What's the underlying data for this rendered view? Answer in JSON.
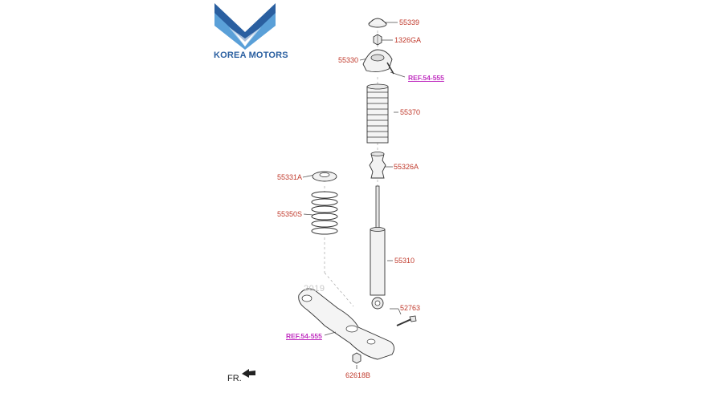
{
  "logo": {
    "text": "KOREA MOTORS",
    "primary_color": "#2a5fa0",
    "accent_color": "#5aa0d8"
  },
  "diagram": {
    "label_color": "#c0392b",
    "ref_color": "#c030c0",
    "parts": {
      "p55339": "55339",
      "p1326ga": "1326GA",
      "p55330": "55330",
      "ref_top": "REF.54-555",
      "p55370": "55370",
      "p55326a": "55326A",
      "p55331a": "55331A",
      "p55350s": "55350S",
      "p55310": "55310",
      "p52763": "52763",
      "ref_bottom": "REF.54-555",
      "p62618b": "62618B"
    },
    "stamp_text": "2019",
    "orientation_label": "FR."
  }
}
